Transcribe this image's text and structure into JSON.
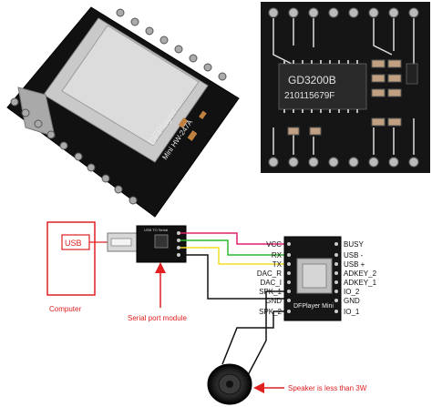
{
  "photos": {
    "left_board": {
      "silk_name": "DFPlayer",
      "silk_model": "Mini HW-247A"
    },
    "right_board": {
      "chip_line1": "GD3200B",
      "chip_line2": "210115679F"
    }
  },
  "diagram": {
    "computer": {
      "usb_label": "USB",
      "caption": "Computer"
    },
    "serial_module": {
      "silk_text": "USB TO Serial",
      "caption": "Serial port module"
    },
    "dfplayer": {
      "chip_text": "DFPlayer Mini",
      "left_pins": [
        "VCC",
        "RX",
        "TX",
        "DAC_R",
        "DAC_I",
        "SPK_1",
        "GND",
        "SPK_2"
      ],
      "right_pins": [
        "BUSY",
        "USB -",
        "USB +",
        "ADKEY_2",
        "ADKEY_1",
        "IO_2",
        "GND",
        "IO_1"
      ]
    },
    "speaker": {
      "caption": "Speaker is less than 3W"
    },
    "colors": {
      "wire_red": "#e0206a",
      "wire_green": "#2eb82e",
      "wire_yellow": "#f0e020",
      "wire_black": "#111111",
      "caption_red": "#e02020"
    }
  }
}
